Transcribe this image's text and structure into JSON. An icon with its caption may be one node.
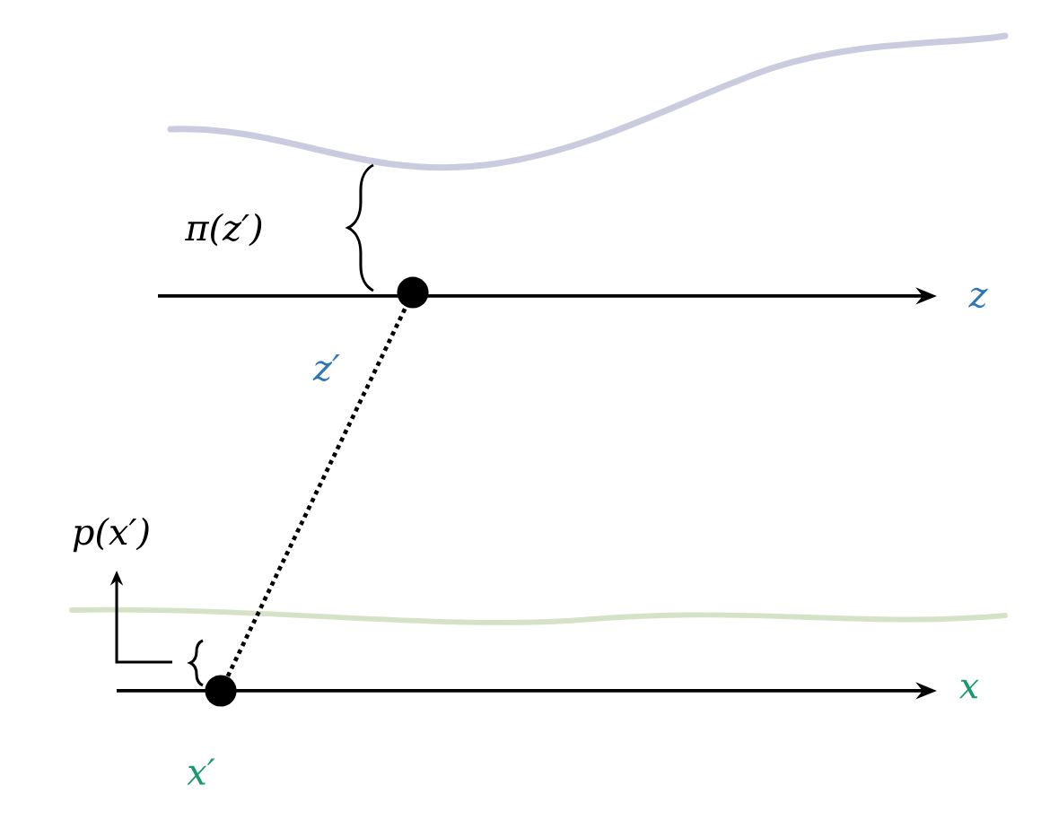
{
  "diagram": {
    "nodes": [
      {
        "text": [],
        "shape": "circle",
        "beside": [
          "z′"
        ]
      },
      {
        "text": [],
        "shape": "circle",
        "beside": [
          "x′"
        ]
      }
    ],
    "edges": [
      {
        "from": 1,
        "to": 0,
        "arrow": "none",
        "style": "dashed"
      }
    ],
    "labels": [
      "π(z′)",
      "z",
      "p(x′)",
      "x"
    ]
  }
}
